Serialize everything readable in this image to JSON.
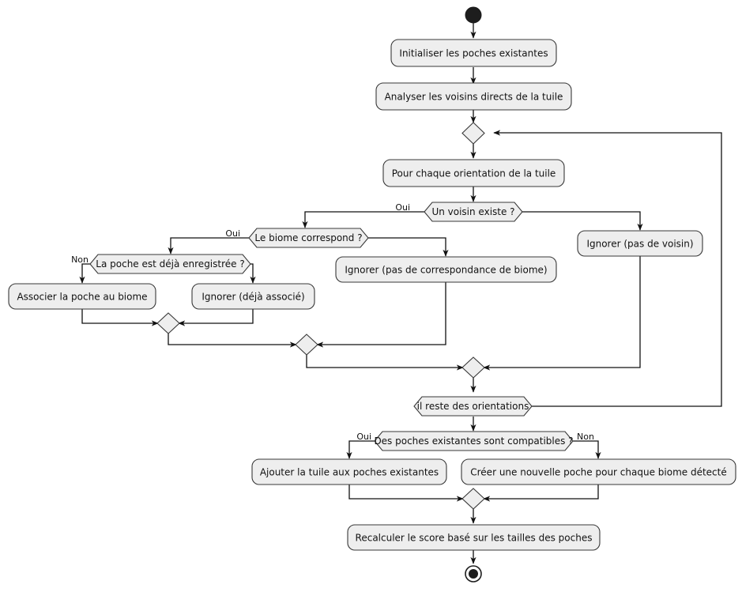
{
  "diagram": {
    "type": "uml-activity-diagram",
    "language": "fr",
    "background_color": "#ffffff",
    "node_fill_color": "#eeeeee",
    "node_stroke_color": "#383838",
    "edge_color": "#111111",
    "start_node": "start-node",
    "end_node": "end-node"
  },
  "activities": {
    "initialiser": "Initialiser les poches existantes",
    "analyser": "Analyser les voisins directs de la tuile",
    "pour_chaque": "Pour chaque orientation de la tuile",
    "ignorer_pas_voisin": "Ignorer (pas de voisin)",
    "ignorer_pas_correspondance": "Ignorer (pas de correspondance de biome)",
    "associer": "Associer la poche au biome",
    "ignorer_deja_associe": "Ignorer (déjà associé)",
    "ajouter_tuile": "Ajouter la tuile aux poches existantes",
    "creer_poche": "Créer une nouvelle poche pour chaque biome détecté",
    "recalculer": "Recalculer le score basé sur les tailles des poches"
  },
  "decisions": {
    "un_voisin_existe": "Un voisin existe ?",
    "le_biome_correspond": "Le biome correspond ?",
    "poche_deja_enregistree": "La poche est déjà enregistrée ?",
    "il_reste_orientations": "il reste des orientations",
    "poches_compatibles": "Des poches existantes sont compatibles ?"
  },
  "edge_labels": {
    "voisin_oui": "Oui",
    "biome_oui": "Oui",
    "poche_non": "Non",
    "compatibles_oui": "Oui",
    "compatibles_non": "Non"
  }
}
